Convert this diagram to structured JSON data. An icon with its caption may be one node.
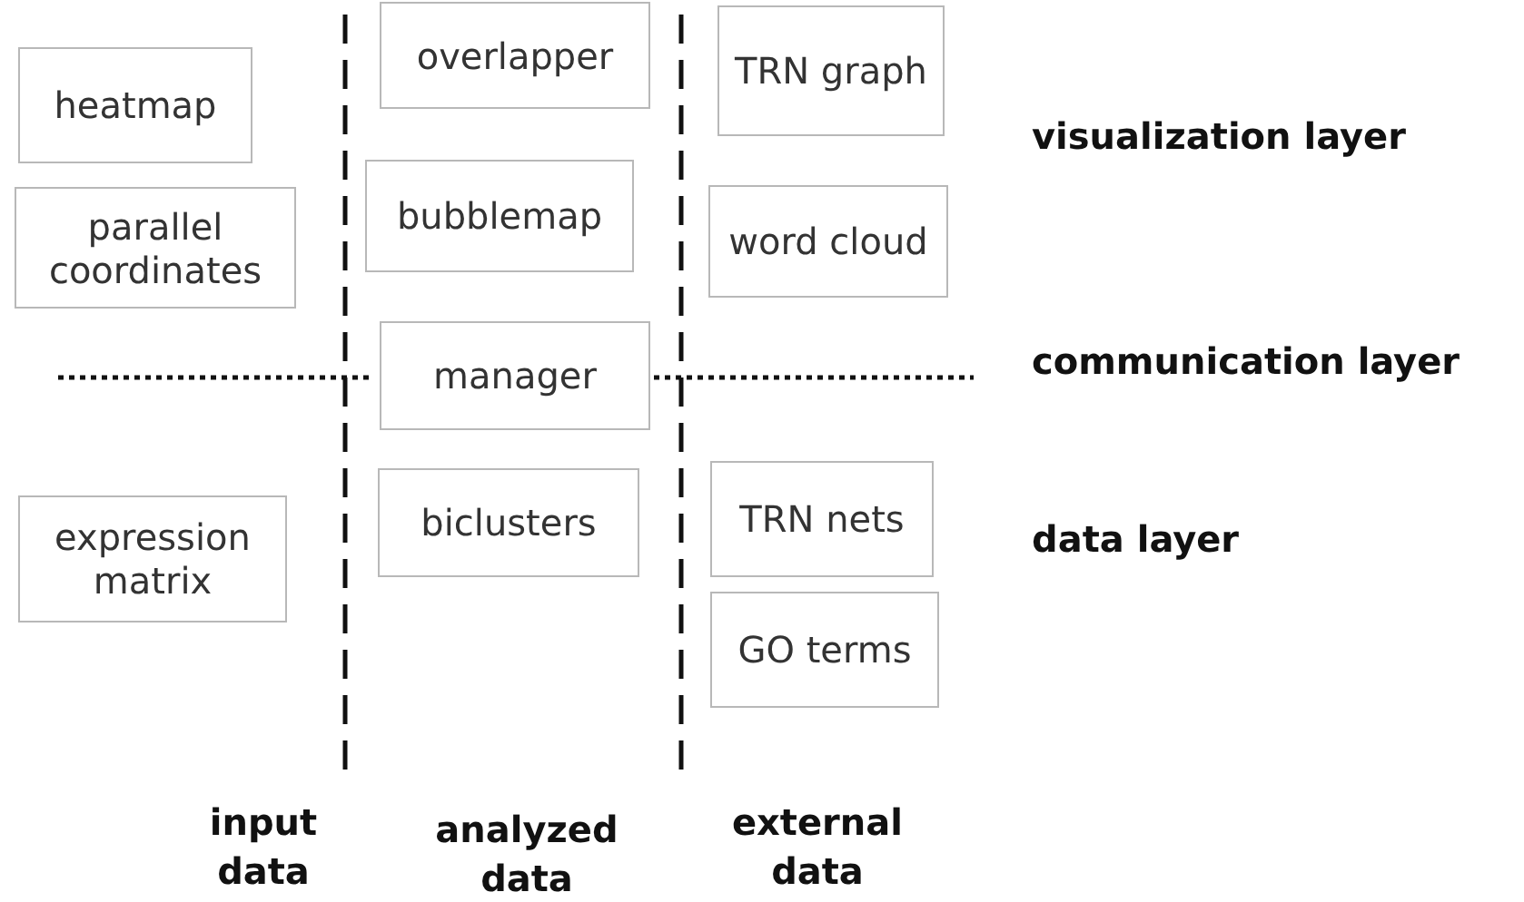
{
  "diagram": {
    "nodes": [
      {
        "text": [
          "heatmap"
        ]
      },
      {
        "text": [
          "overlapper"
        ]
      },
      {
        "text": [
          "TRN graph"
        ]
      },
      {
        "text": [
          "parallel coordinates"
        ]
      },
      {
        "text": [
          "bubblemap"
        ]
      },
      {
        "text": [
          "word cloud"
        ]
      },
      {
        "text": [
          "manager"
        ]
      },
      {
        "text": [
          "expression matrix"
        ]
      },
      {
        "text": [
          "biclusters"
        ]
      },
      {
        "text": [
          "TRN nets"
        ]
      },
      {
        "text": [
          "GO terms"
        ]
      }
    ],
    "edges": [],
    "labels": [
      "visualization layer",
      "communication layer",
      "data layer",
      "input data",
      "analyzed data",
      "external data"
    ]
  }
}
